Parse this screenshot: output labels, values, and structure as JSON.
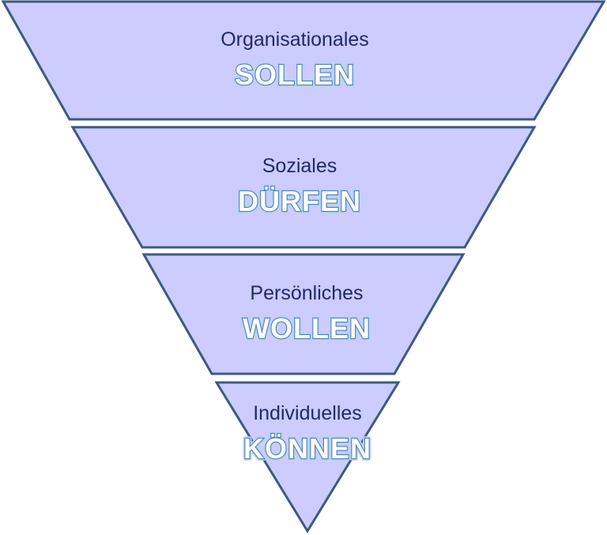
{
  "diagram": {
    "layers": [
      {
        "subtitle": "Organisationales",
        "title": "SOLLEN"
      },
      {
        "subtitle": "Soziales",
        "title": "DÜRFEN"
      },
      {
        "subtitle": "Persönliches",
        "title": "WOLLEN"
      },
      {
        "subtitle": "Individuelles",
        "title": "KÖNNEN"
      }
    ],
    "colors": {
      "fill": "#ccccff",
      "outline": "#3d5a80",
      "subtitle_text": "#1f2a6b",
      "title_fill": "#ffffff",
      "title_outline": "#4f7fb8"
    }
  }
}
